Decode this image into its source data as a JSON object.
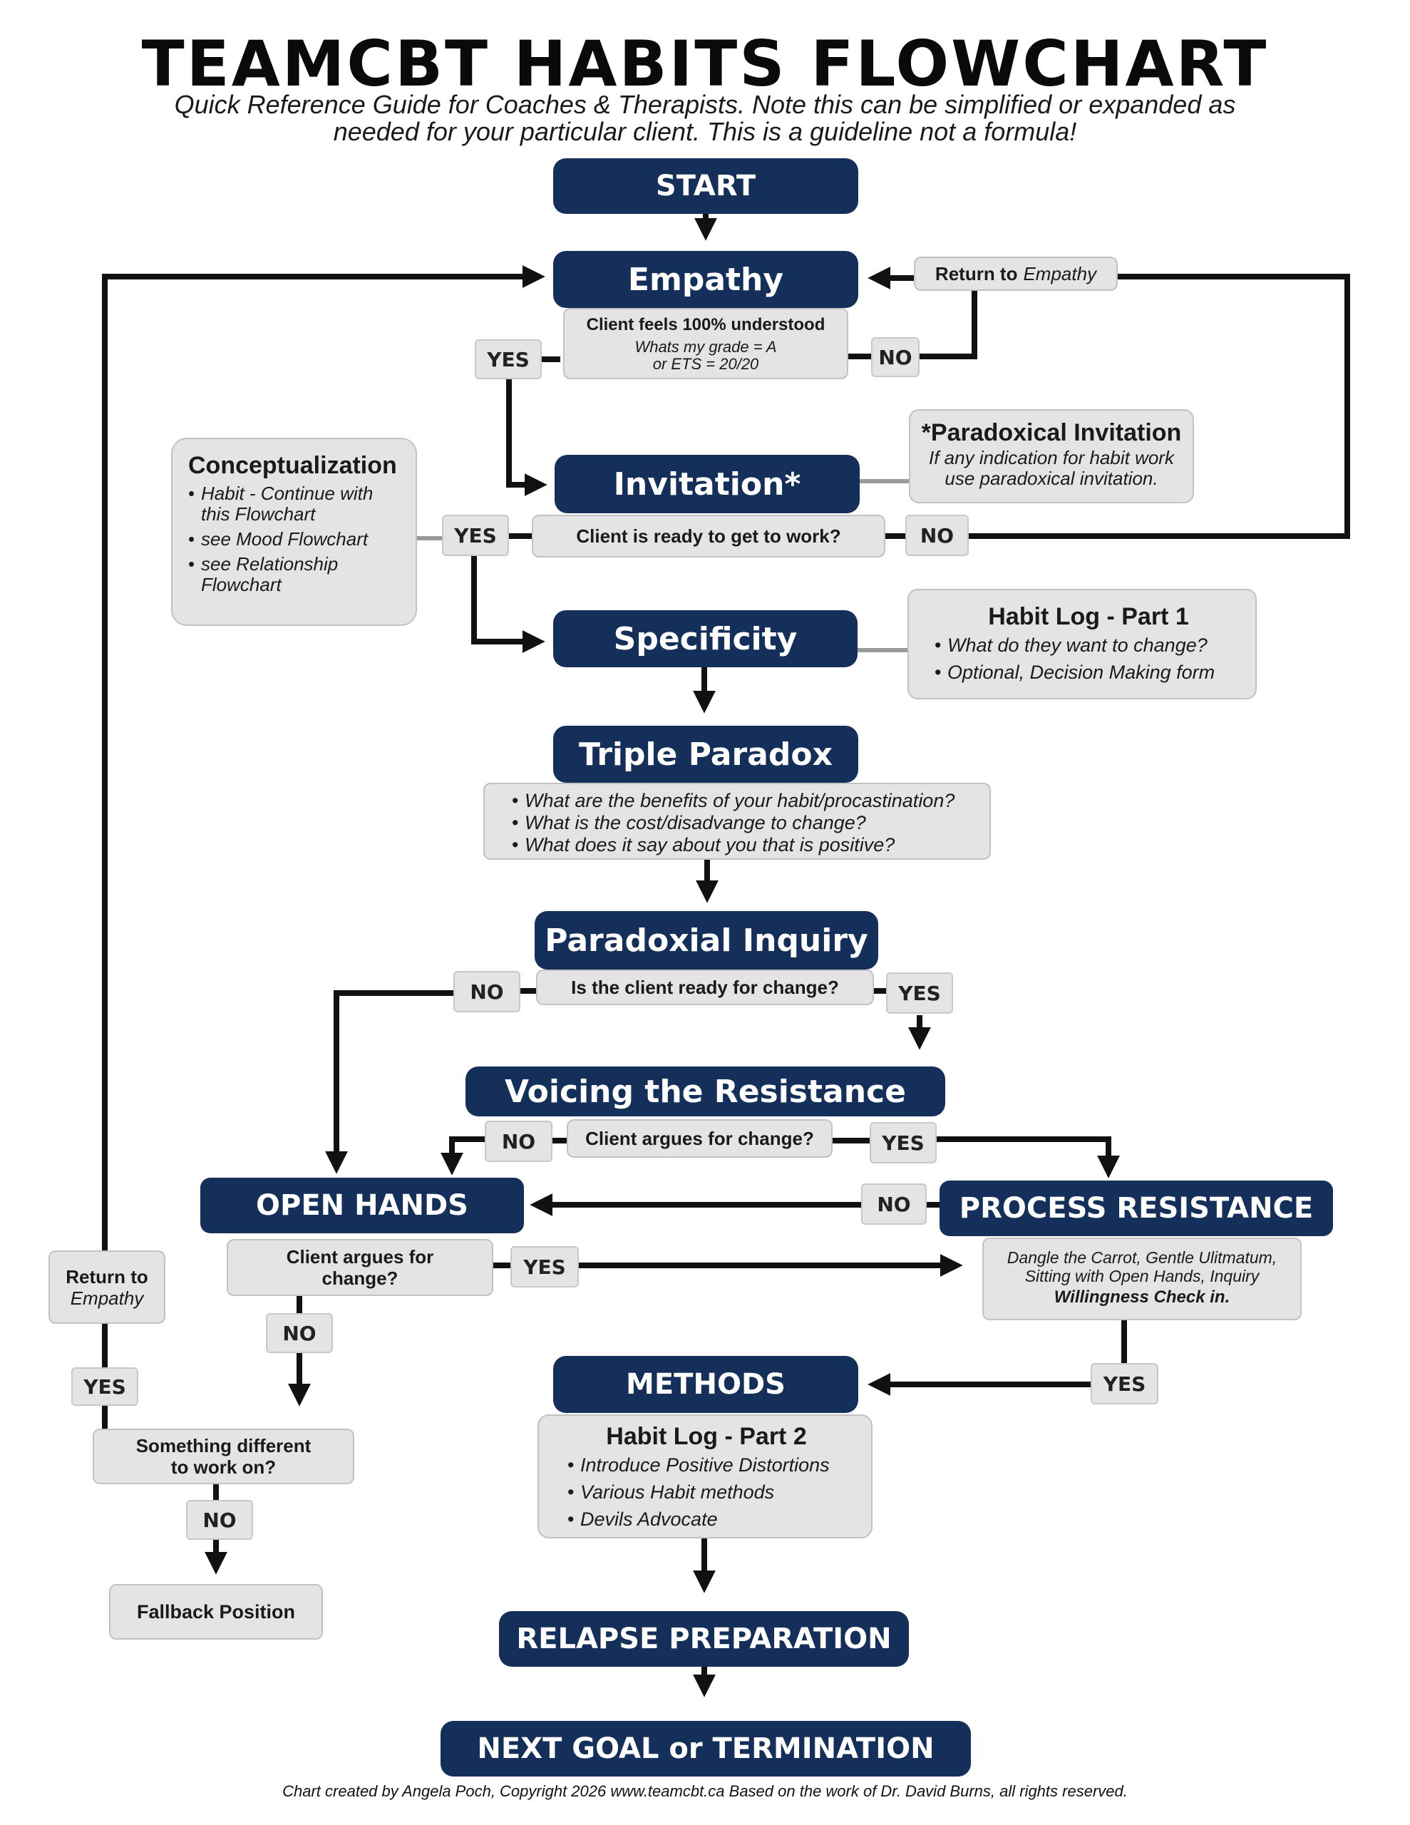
{
  "title": "TEAMCBT HABITS FLOWCHART",
  "subtitle": "Quick Reference Guide for Coaches & Therapists. Note this can be simplified or expanded as needed for your particular client. This is a guideline not a formula!",
  "footer": "Chart created by Angela Poch, Copyright 2026 www.teamcbt.ca Based on the work of Dr. David Burns, all rights reserved.",
  "colors": {
    "navy": "#14305a",
    "grey_box": "#e4e4e6",
    "line": "#111111",
    "connector_grey": "#9a9a9c"
  },
  "labels": {
    "yes": "YES",
    "no": "NO"
  },
  "steps": {
    "start": "START",
    "empathy": "Empathy",
    "invitation": "Invitation*",
    "specificity": "Specificity",
    "triple_paradox": "Triple Paradox",
    "paradoxical_inquiry": "Paradoxial Inquiry",
    "voicing_resistance": "Voicing the Resistance",
    "open_hands": "OPEN HANDS",
    "process_resistance": "PROCESS RESISTANCE",
    "methods": "METHODS",
    "relapse": "RELAPSE PREPARATION",
    "next_goal": "NEXT GOAL or TERMINATION"
  },
  "empathy_check": {
    "title": "Client feels 100% understood",
    "line1": "Whats my grade = A",
    "line2": "or ETS = 20/20"
  },
  "return_empathy_top": {
    "prefix": "Return to",
    "italic": "Empathy"
  },
  "paradoxical_invitation": {
    "title": "*Paradoxical Invitation",
    "line1": "If any indication for habit work",
    "line2": "use paradoxical invitation."
  },
  "conceptualization": {
    "title": "Conceptualization",
    "items": [
      "Habit - Continue with this Flowchart",
      "see Mood Flowchart",
      "see Relationship Flowchart"
    ]
  },
  "invitation_question": "Client is ready to get to work?",
  "habit_log_1": {
    "title": "Habit Log - Part 1",
    "items": [
      "What do they want to change?",
      "Optional, Decision Making form"
    ]
  },
  "triple_paradox_questions": [
    "What are the benefits of your habit/procastination?",
    "What is the cost/disadvange to change?",
    "What does it say about you that is positive?"
  ],
  "inquiry_question": "Is the client ready for change?",
  "voicing_question": "Client argues for change?",
  "open_hands_question": "Client argues for change?",
  "process_resistance_detail": {
    "line1": "Dangle the Carrot, Gentle Ulitmatum,",
    "line2": "Sitting with Open Hands, Inquiry",
    "line3": "Willingness Check in."
  },
  "return_empathy_left": {
    "prefix": "Return to",
    "italic": "Empathy"
  },
  "something_different": "Something different to work on?",
  "fallback": "Fallback Position",
  "habit_log_2": {
    "title": "Habit Log - Part 2",
    "items": [
      "Introduce Positive Distortions",
      "Various Habit methods",
      "Devils Advocate"
    ]
  }
}
